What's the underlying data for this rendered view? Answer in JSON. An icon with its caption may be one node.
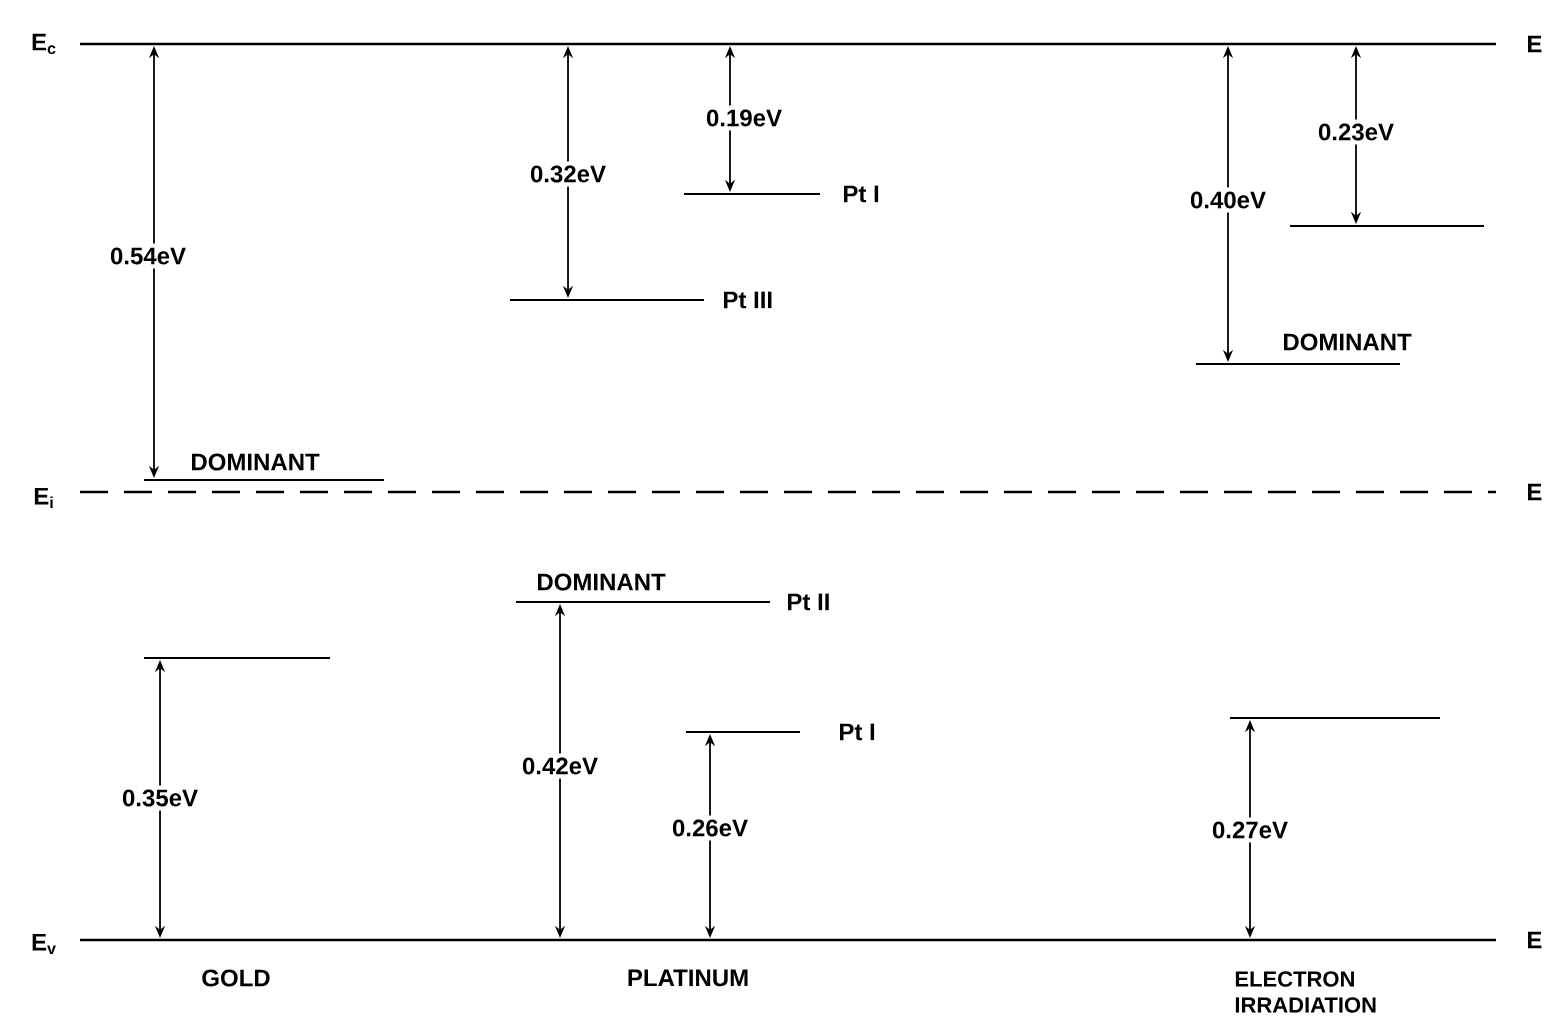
{
  "diagram": {
    "labels": [
      "E$_{c}$",
      "E",
      "0.19eV",
      "0.23eV",
      "0.32eV",
      "Pt I",
      "0.40eV",
      "0.54eV",
      "Pt III",
      "DOMINANT",
      "DOMINANT",
      "E$_{i}$",
      "E",
      "DOMINANT",
      "Pt II",
      "Pt I",
      "0.35eV",
      "0.42eV",
      "0.26eV",
      "0.27eV",
      "E$_{v}$",
      "E",
      "GOLD",
      "PLATINUM",
      "ELECTRON IRRADIATION"
    ]
  }
}
